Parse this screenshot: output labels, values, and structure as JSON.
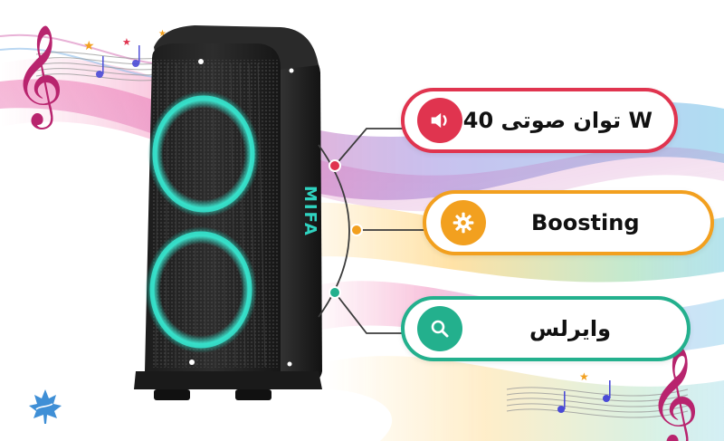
{
  "features": [
    {
      "label": "توان صوتی 40 W",
      "icon": "speaker-icon",
      "color": "#e0344f"
    },
    {
      "label": "Boosting",
      "icon": "gear-icon",
      "color": "#f2a01f"
    },
    {
      "label": "وایرلس",
      "icon": "search-icon",
      "color": "#23b08d"
    }
  ],
  "product": {
    "brand": "MIFA"
  }
}
